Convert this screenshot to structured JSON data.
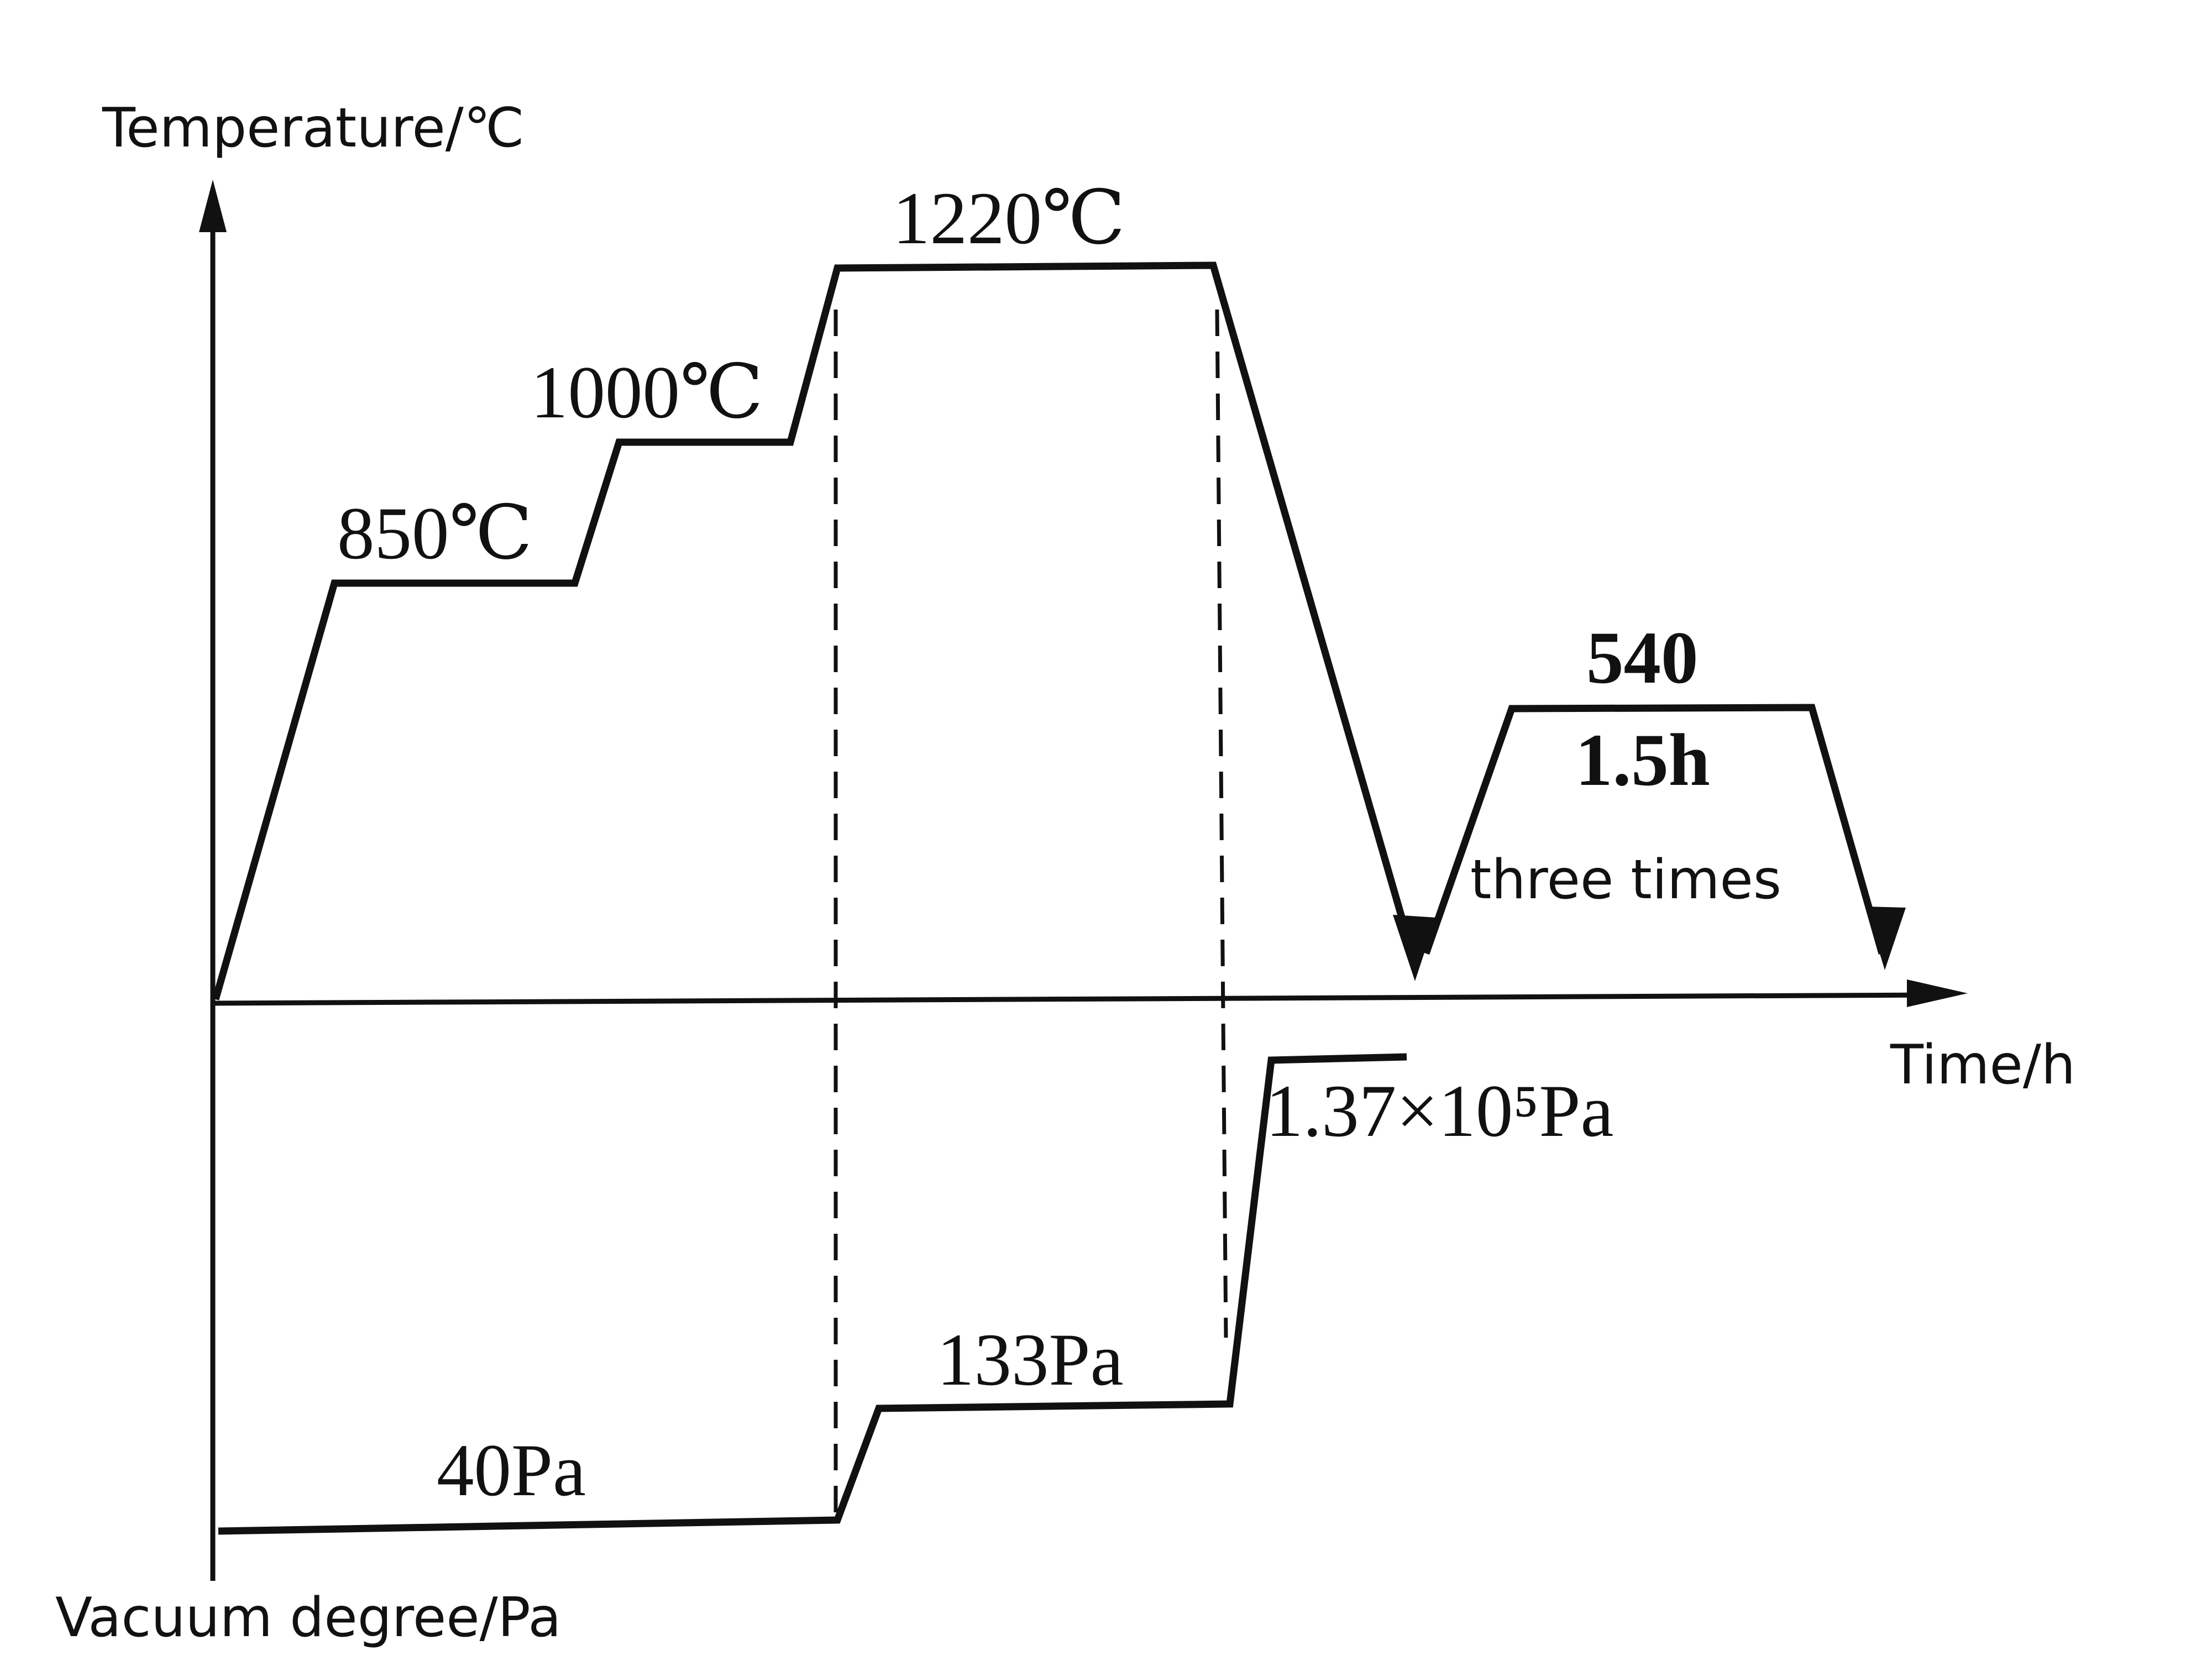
{
  "axes": {
    "temperature_label": "Temperature/℃",
    "time_label": "Time/h",
    "vacuum_label": "Vacuum degree/Pa"
  },
  "temperature_profile": {
    "step_850": "850℃",
    "step_1000": "1000℃",
    "step_1220": "1220℃",
    "temper_temp": "540",
    "temper_hold": "1.5h",
    "temper_repeat": "three times"
  },
  "pressure_profile": {
    "stage_low": "40Pa",
    "stage_mid": "133Pa",
    "stage_high": "1.37×10⁵Pa"
  }
}
